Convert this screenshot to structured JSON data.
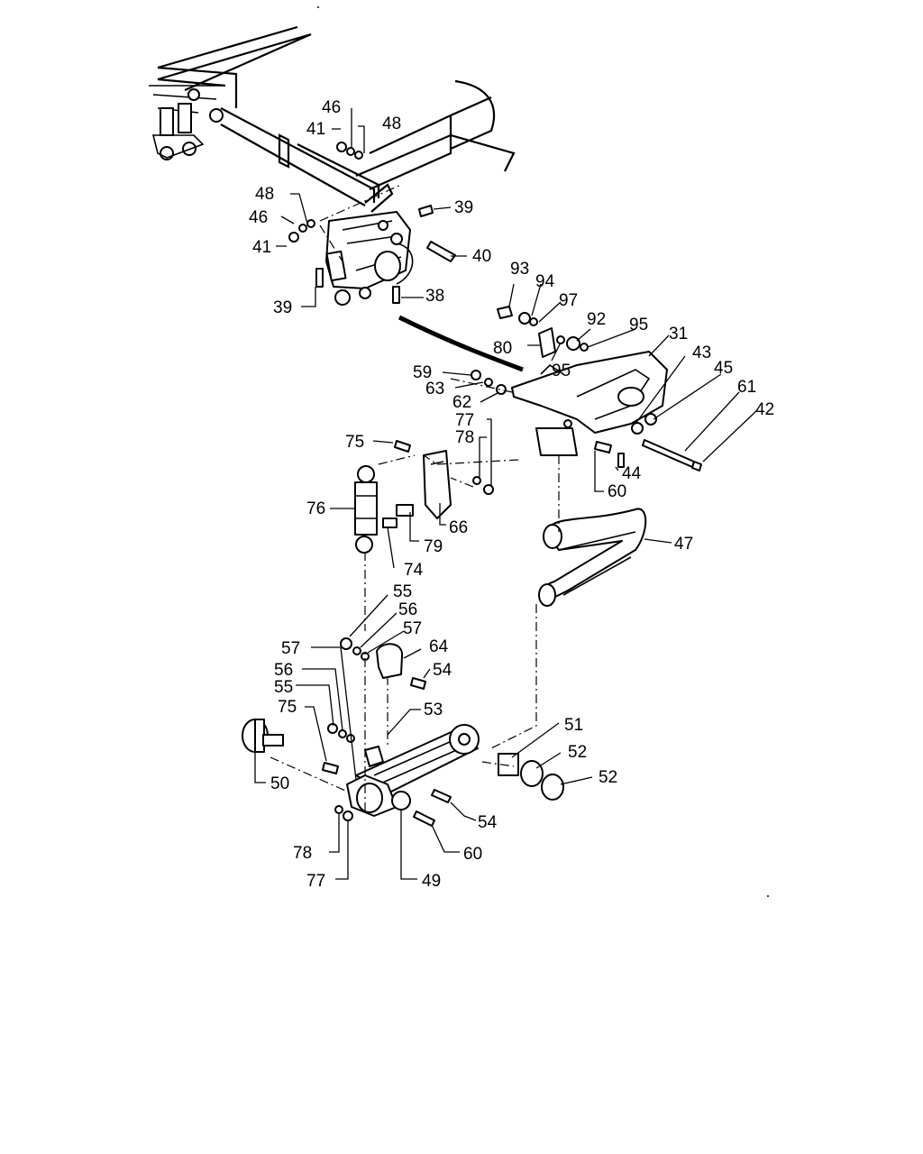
{
  "labels": {
    "p46a": "46",
    "p41a": "41",
    "p48a": "48",
    "p48b": "48",
    "p46b": "46",
    "p41b": "41",
    "p39a": "39",
    "p40": "40",
    "p39b": "39",
    "p38": "38",
    "p93": "93",
    "p94": "94",
    "p97": "97",
    "p92": "92",
    "p95a": "95",
    "p80": "80",
    "p95b": "95",
    "p31": "31",
    "p43": "43",
    "p45": "45",
    "p61": "61",
    "p42": "42",
    "p59": "59",
    "p63": "63",
    "p62": "62",
    "p77a": "77",
    "p78a": "78",
    "p75a": "75",
    "p60a": "60",
    "p44": "44",
    "p76": "76",
    "p66": "66",
    "p79": "79",
    "p74": "74",
    "p47": "47",
    "p55a": "55",
    "p56a": "56",
    "p57a": "57",
    "p57b": "57",
    "p64": "64",
    "p56b": "56",
    "p54a": "54",
    "p55b": "55",
    "p75b": "75",
    "p53": "53",
    "p51": "51",
    "p52a": "52",
    "p52b": "52",
    "p50": "50",
    "p54b": "54",
    "p60b": "60",
    "p78b": "78",
    "p77b": "77",
    "p49": "49"
  }
}
